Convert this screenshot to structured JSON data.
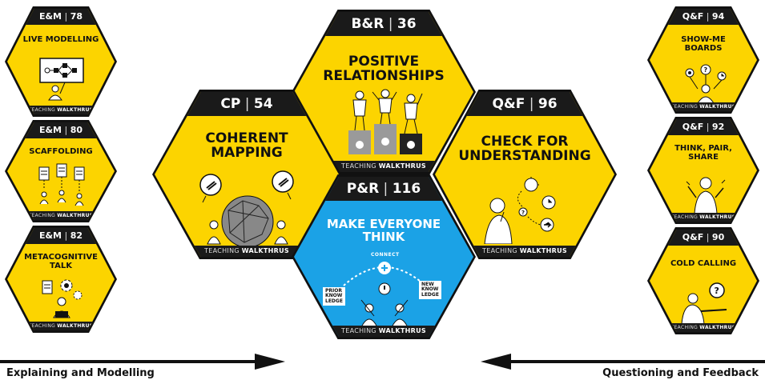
{
  "footer": {
    "thin": "TEACHING",
    "bold": "WALKTHRUS"
  },
  "left_column": [
    {
      "code": "E&M",
      "number": "78",
      "title": "LIVE MODELLING",
      "icon": "whiteboard-flowchart-icon"
    },
    {
      "code": "E&M",
      "number": "80",
      "title": "SCAFFOLDING",
      "icon": "scaffold-steps-icon"
    },
    {
      "code": "E&M",
      "number": "82",
      "title": "METACOGNITIVE\nTALK",
      "icon": "thinking-gears-icon"
    }
  ],
  "right_column": [
    {
      "code": "Q&F",
      "number": "94",
      "title": "SHOW-ME\nBOARDS",
      "icon": "show-boards-icon"
    },
    {
      "code": "Q&F",
      "number": "92",
      "title": "THINK, PAIR,\nSHARE",
      "icon": "pair-talk-icon"
    },
    {
      "code": "Q&F",
      "number": "90",
      "title": "COLD CALLING",
      "icon": "pointing-question-icon"
    }
  ],
  "center": {
    "top": {
      "code": "B&R",
      "number": "36",
      "title": "POSITIVE\nRELATIONSHIPS",
      "icon": "podium-figures-icon"
    },
    "left": {
      "code": "CP",
      "number": "54",
      "title": "COHERENT\nMAPPING",
      "icon": "knowledge-sphere-icon"
    },
    "right": {
      "code": "Q&F",
      "number": "96",
      "title": "CHECK FOR\nUNDERSTANDING",
      "icon": "thinker-check-icon"
    },
    "bottom": {
      "code": "P&R",
      "number": "116",
      "title": "MAKE EVERYONE\nTHINK",
      "icon": "connect-knowledge-icon",
      "labels": {
        "connect": "CONNECT",
        "prior": "PRIOR\nKNOW\nLEDGE",
        "new": "NEW\nKNOW\nLEDGE"
      }
    }
  },
  "arrows": {
    "left_label": "Explaining and Modelling",
    "right_label": "Questioning and Feedback"
  },
  "colors": {
    "yellow": "#fcd400",
    "blue": "#1ba2e6",
    "dark": "#1a1a1a"
  }
}
